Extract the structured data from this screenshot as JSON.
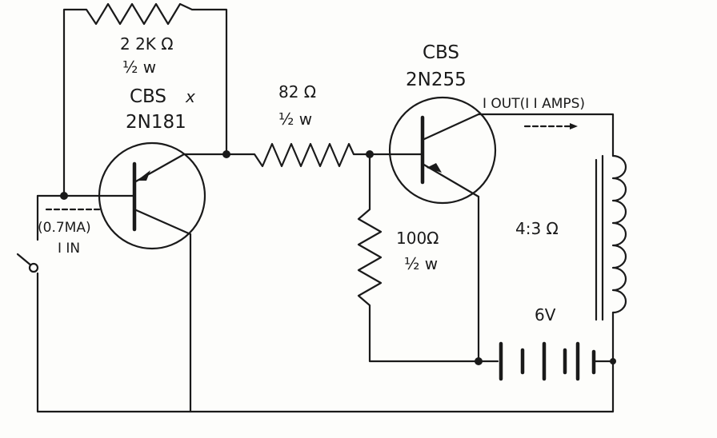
{
  "r1": {
    "value": "2 2K Ω",
    "rating": "½ w"
  },
  "q1": {
    "maker": "CBS",
    "mark": "x",
    "part": "2N181"
  },
  "r2": {
    "value": "82 Ω",
    "rating": "½ w"
  },
  "q2": {
    "maker": "CBS",
    "part": "2N255"
  },
  "r3": {
    "value": "100Ω",
    "rating": "½ w"
  },
  "load": {
    "value": "4:3 Ω"
  },
  "battery": {
    "value": "6V"
  },
  "output_current": "I OUT(I I AMPS)",
  "input_current": {
    "value": "(0.7MA)",
    "name": "I IN"
  },
  "colors": {
    "ink": "#1a1a1a",
    "paper": "#fdfdfb"
  }
}
